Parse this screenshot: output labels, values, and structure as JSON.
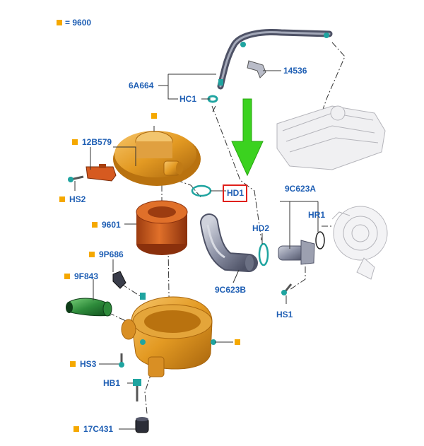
{
  "legend": {
    "text": "= 9600",
    "swatch_color": "#f5a800"
  },
  "colors": {
    "label": "#1f5fb4",
    "highlight": "#e0201b",
    "arrow": "#3bd21f",
    "orange": "#e39a23",
    "teal": "#1fa4a0"
  },
  "callouts": {
    "c_6A664": "6A664",
    "c_HC1": "HC1",
    "c_14536": "14536",
    "c_12B579": "12B579",
    "c_HS2": "HS2",
    "c_HD1": "HD1",
    "c_9601": "9601",
    "c_9C623A": "9C623A",
    "c_HR1": "HR1",
    "c_HD2": "HD2",
    "c_9P686": "9P686",
    "c_9C623B": "9C623B",
    "c_9F843": "9F843",
    "c_HS1": "HS1",
    "c_HS3": "HS3",
    "c_HB1": "HB1",
    "c_17C431": "17C431"
  },
  "icons": {
    "pointer": "green-arrow-icon",
    "marker": "orange-square-icon"
  }
}
